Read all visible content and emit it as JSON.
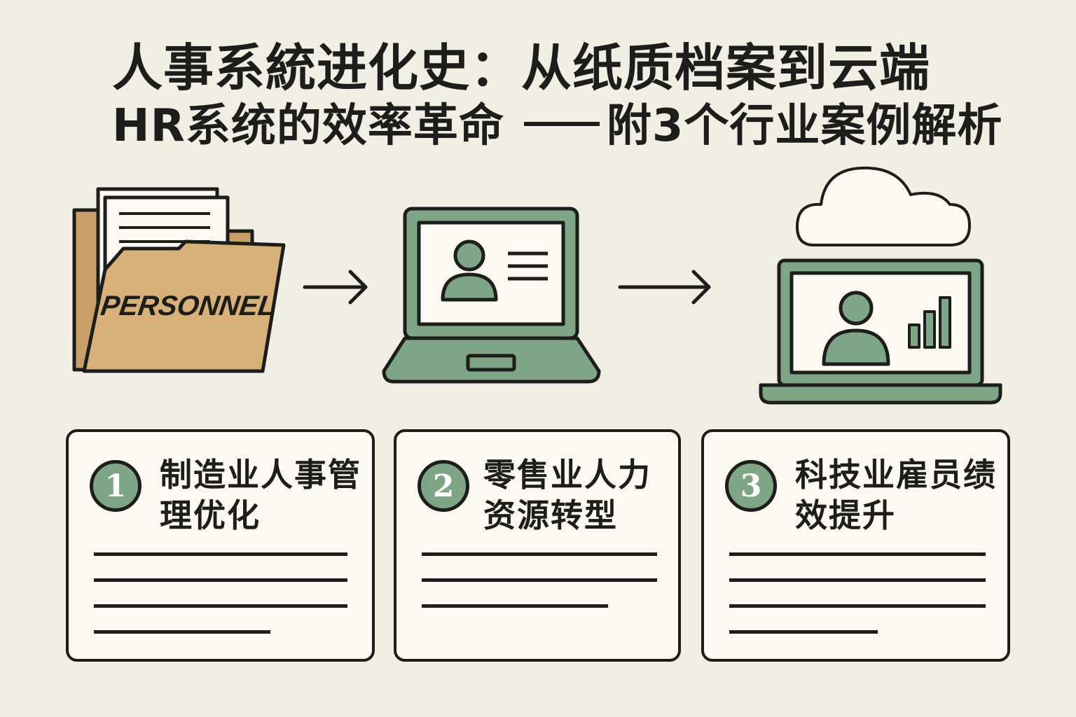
{
  "title": {
    "line1": "人事系統进化史：从纸质档案到云端",
    "line2_main": "HR系统的效率革命",
    "line2_sub": "附3个行业案例解析"
  },
  "stages": [
    {
      "icon": "paper-folder-icon",
      "label": "PERSONNEL"
    },
    {
      "icon": "laptop-profile-icon"
    },
    {
      "icon": "cloud-laptop-icon"
    }
  ],
  "cases": [
    {
      "number": "1",
      "title": "制造业人事管理优化"
    },
    {
      "number": "2",
      "title": "零售业人力资源转型"
    },
    {
      "number": "3",
      "title": "科技业雇员绩效提升"
    }
  ],
  "colors": {
    "background": "#f1eee3",
    "accent_green": "#7ea585",
    "folder_tan": "#d8b07a",
    "ink": "#1d1d1b"
  }
}
